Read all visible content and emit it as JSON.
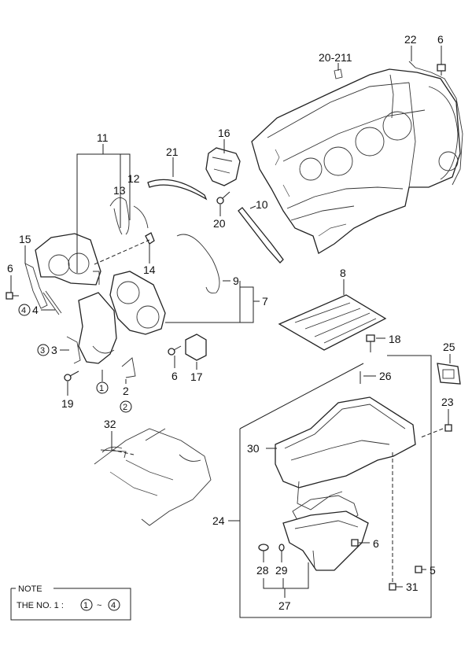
{
  "callouts": {
    "c22": "22",
    "c6a": "6",
    "c20_211": "20-211",
    "c16": "16",
    "c11": "11",
    "c21": "21",
    "c12": "12",
    "c13": "13",
    "c10": "10",
    "c20": "20",
    "c15": "15",
    "c14": "14",
    "c6b": "6",
    "c4": "4",
    "c9": "9",
    "c7": "7",
    "c8": "8",
    "c3": "3",
    "c18": "18",
    "c25": "25",
    "c6c": "6",
    "c17": "17",
    "c26": "26",
    "c19": "19",
    "c2": "2",
    "c23": "23",
    "c32": "32",
    "c30": "30",
    "c24": "24",
    "c6d": "6",
    "c28": "28",
    "c29": "29",
    "c5": "5",
    "c31": "31",
    "c27": "27"
  },
  "circled": {
    "one": "1",
    "two": "2",
    "three": "3",
    "four": "4"
  },
  "note": {
    "title": "NOTE",
    "text": "THE NO. 1 :",
    "range_start": "1",
    "range_sep": "~",
    "range_end": "4"
  }
}
